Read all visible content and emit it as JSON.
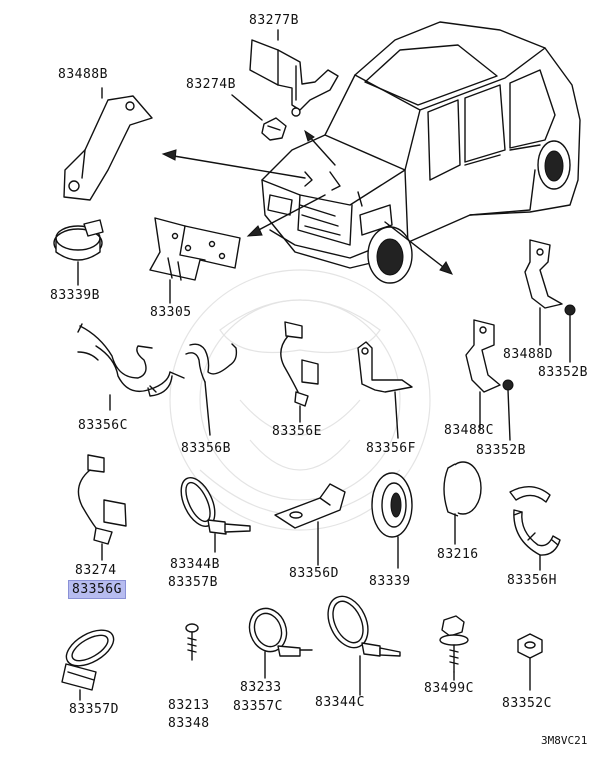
{
  "diagram": {
    "code": "3M8VC21",
    "highlight_color": "#b7bcf0",
    "parts": {
      "p83277B": "83277B",
      "p83274B": "83274B",
      "p83488B": "83488B",
      "p83339B": "83339B",
      "p83305": "83305",
      "p83356C": "83356C",
      "p83356B": "83356B",
      "p83356E": "83356E",
      "p83356F": "83356F",
      "p83488D": "83488D",
      "p83352B_a": "83352B",
      "p83488C": "83488C",
      "p83352B_b": "83352B",
      "p83274": "83274",
      "p83356G": "83356G",
      "p83344B": "83344B",
      "p83357B": "83357B",
      "p83356D": "83356D",
      "p83339": "83339",
      "p83216": "83216",
      "p83356H": "83356H",
      "p83357D": "83357D",
      "p83213": "83213",
      "p83348": "83348",
      "p83233": "83233",
      "p83357C": "83357C",
      "p83344C": "83344C",
      "p83499C": "83499C",
      "p83352C": "83352C"
    }
  }
}
